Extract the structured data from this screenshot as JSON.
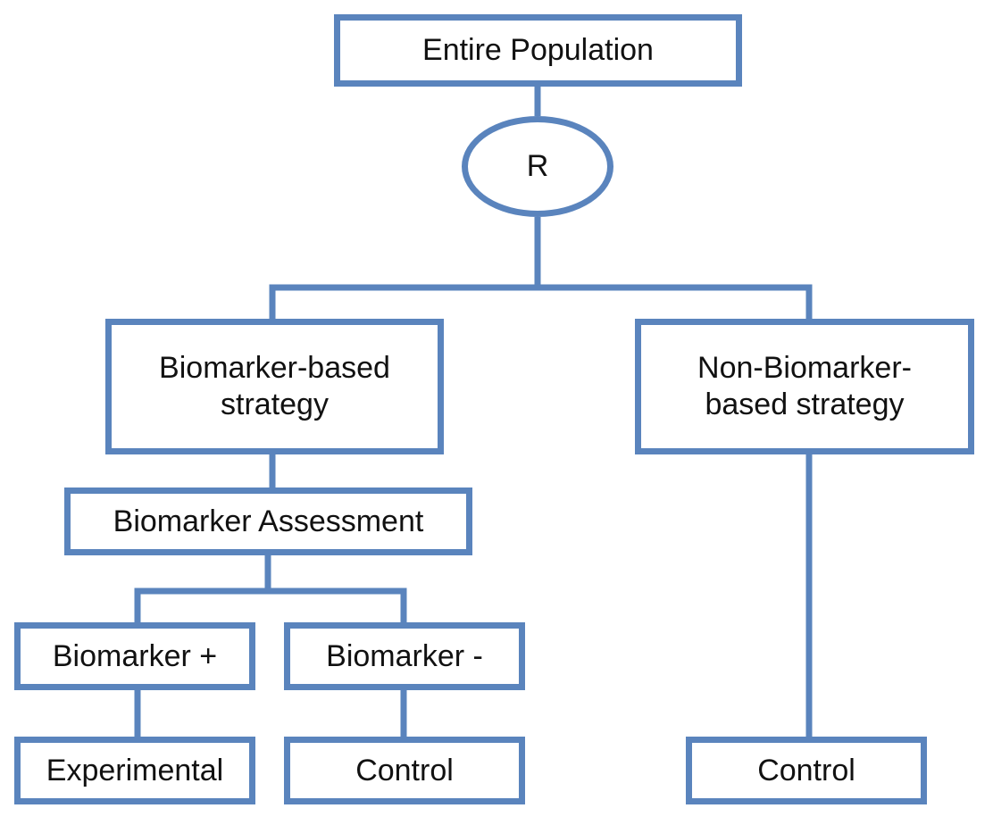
{
  "diagram": {
    "root": "Entire Population",
    "randomization": "R",
    "left_branch": {
      "title_line1": "Biomarker-based",
      "title_line2": "strategy",
      "assessment": "Biomarker Assessment",
      "positive": "Biomarker +",
      "negative": "Biomarker -",
      "positive_arm": "Experimental",
      "negative_arm": "Control"
    },
    "right_branch": {
      "title_line1": "Non-Biomarker-",
      "title_line2": "based strategy",
      "arm": "Control"
    },
    "colors": {
      "border": "#5a84bd",
      "text": "#111111",
      "background": "#ffffff"
    }
  }
}
